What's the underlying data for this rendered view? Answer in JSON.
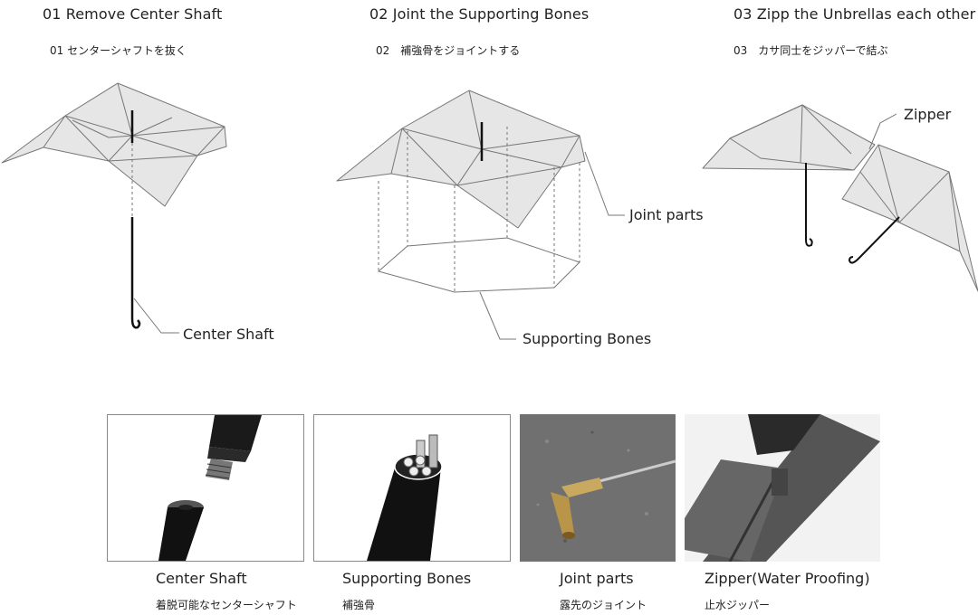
{
  "steps": [
    {
      "title": "01 Remove Center Shaft",
      "subtitle": "01 センターシャフトを抜く"
    },
    {
      "title": "02 Joint the Supporting Bones",
      "subtitle": "02　補強骨をジョイントする"
    },
    {
      "title": "03 Zipp the Unbrellas each other",
      "subtitle": "03　カサ同士をジッパーで結ぶ"
    }
  ],
  "callouts": {
    "center_shaft": "Center Shaft",
    "joint_parts": "Joint parts",
    "supporting_bones": "Supporting Bones",
    "zipper": "Zipper"
  },
  "details": [
    {
      "title": "Center Shaft",
      "subtitle": "着脱可能なセンターシャフト"
    },
    {
      "title": "Supporting Bones",
      "subtitle": "補強骨"
    },
    {
      "title": "Joint parts",
      "subtitle": "露先のジョイント"
    },
    {
      "title": "Zipper(Water Proofing)",
      "subtitle": "止水ジッパー"
    }
  ],
  "colors": {
    "canopy_fill": "#e6e6e6",
    "line": "#777777",
    "shaft": "#111111"
  }
}
